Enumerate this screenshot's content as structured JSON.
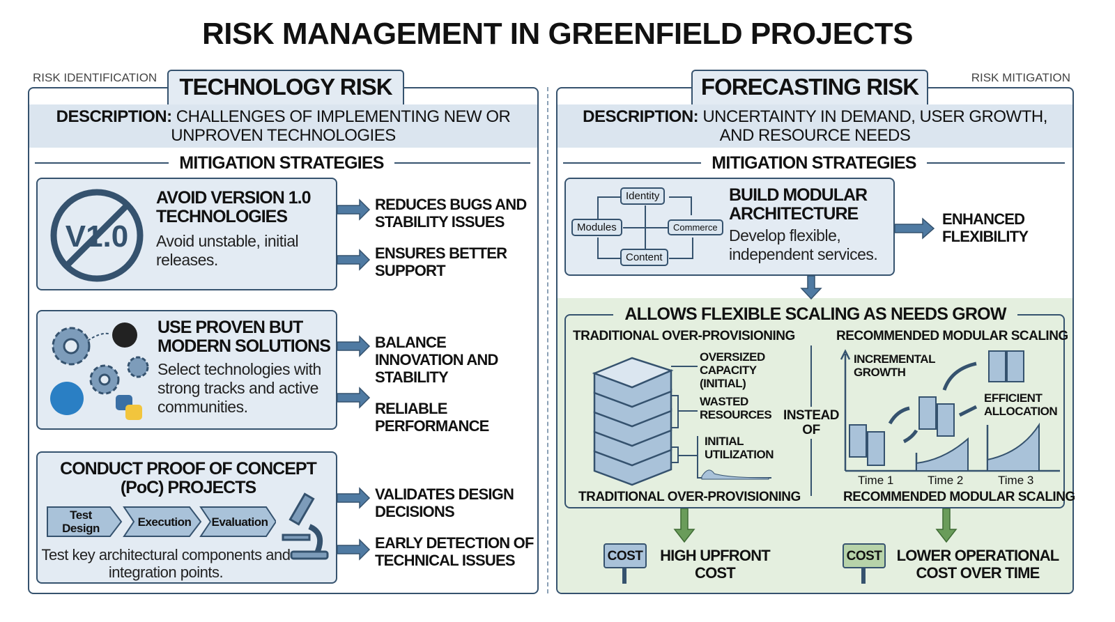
{
  "title": "RISK MANAGEMENT IN GREENFIELD PROJECTS",
  "corner_left": "RISK IDENTIFICATION",
  "corner_right": "RISK MITIGATION",
  "colors": {
    "border": "#35526e",
    "card_fill": "#e3ebf3",
    "accent": "#5b87ad",
    "green_fill": "#e4efdf",
    "green_arrow": "#5a8f4e"
  },
  "technology": {
    "title": "TECHNOLOGY RISK",
    "desc_label": "DESCRIPTION:",
    "desc_text": "CHALLENGES OF IMPLEMENTING NEW OR UNPROVEN TECHNOLOGIES",
    "mitigation": "MITIGATION STRATEGIES",
    "cards": [
      {
        "icon": "no-v1-icon",
        "icon_text": "V1.0",
        "title": "AVOID VERSION 1.0 TECHNOLOGIES",
        "sub": "Avoid unstable, initial releases.",
        "results": [
          "REDUCES BUGS AND STABILITY ISSUES",
          "ENSURES BETTER SUPPORT"
        ]
      },
      {
        "icon": "gears-icon",
        "title": "USE PROVEN BUT MODERN SOLUTIONS",
        "sub": "Select technologies with strong tracks and active communities.",
        "results": [
          "BALANCE INNOVATION AND STABILITY",
          "RELIABLE PERFORMANCE"
        ]
      },
      {
        "icon": "microscope-icon",
        "title": "CONDUCT PROOF OF CONCEPT (PoC) PROJECTS",
        "steps": [
          "Test Design",
          "Execution",
          "Evaluation"
        ],
        "sub": "Test key architectural components and integration points.",
        "results": [
          "VALIDATES DESIGN DECISIONS",
          "EARLY DETECTION OF TECHNICAL ISSUES"
        ]
      }
    ]
  },
  "forecasting": {
    "title": "FORECASTING RISK",
    "desc_label": "DESCRIPTION:",
    "desc_text": "UNCERTAINTY IN DEMAND, USER GROWTH, AND RESOURCE NEEDS",
    "mitigation": "MITIGATION STRATEGIES",
    "modular": {
      "nodes": [
        "Identity",
        "Modules",
        "Commerce",
        "Content"
      ],
      "title": "BUILD MODULAR ARCHITECTURE",
      "sub": "Develop flexible, independent services.",
      "result": "ENHANCED FLEXIBILITY"
    },
    "scaling": {
      "title": "ALLOWS FLEXIBLE SCALING AS NEEDS GROW",
      "left_head": "TRADITIONAL OVER-PROVISIONING",
      "left_labels": [
        "OVERSIZED CAPACITY (INITIAL)",
        "WASTED RESOURCES",
        "INITIAL UTILIZATION"
      ],
      "left_foot": "TRADITIONAL OVER-PROVISIONING",
      "instead": "INSTEAD OF",
      "right_head": "RECOMMENDED MODULAR SCALING",
      "growth": "INCREMENTAL GROWTH",
      "efficient": "EFFICIENT ALLOCATION",
      "times": [
        "Time 1",
        "Time 2",
        "Time 3"
      ],
      "right_foot": "RECOMMENDED MODULAR SCALING"
    },
    "costs": [
      {
        "sign": "COST",
        "text": "HIGH UPFRONT COST"
      },
      {
        "sign": "COST",
        "text": "LOWER OPERATIONAL COST OVER TIME"
      }
    ]
  }
}
